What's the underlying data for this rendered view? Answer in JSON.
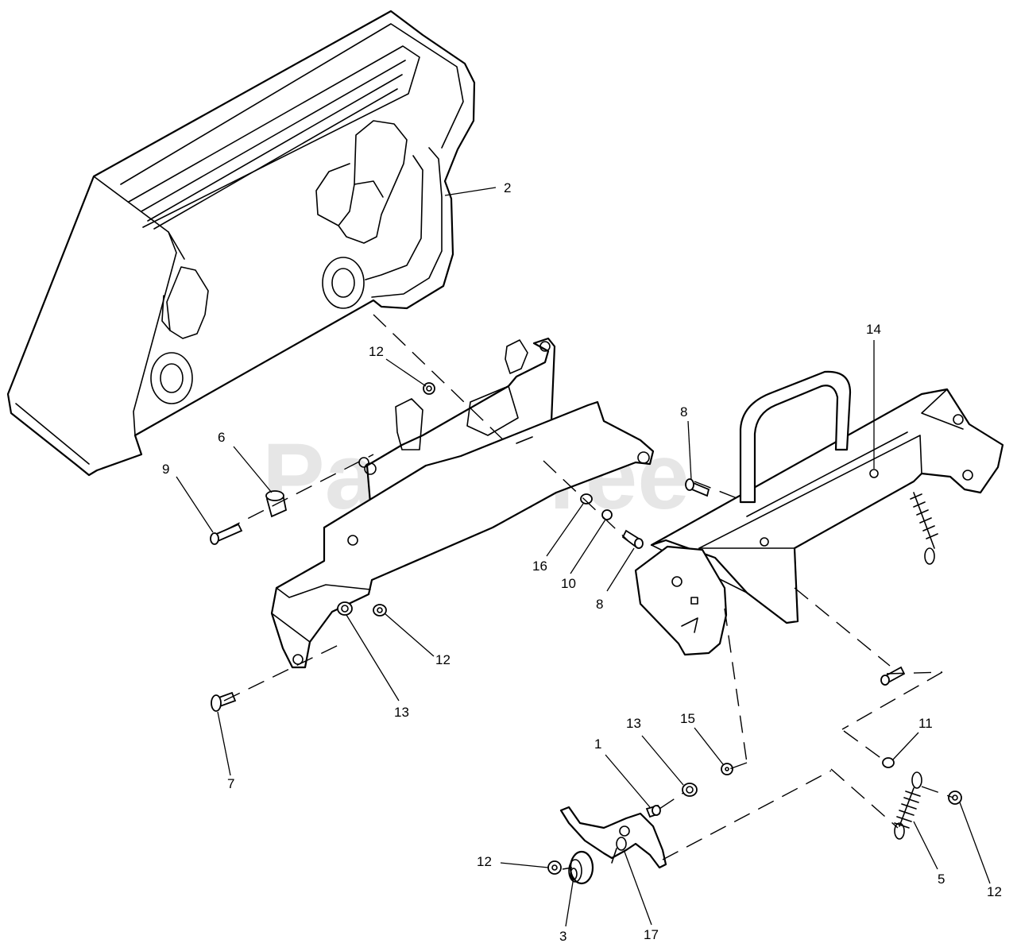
{
  "watermark": "PartsTree",
  "callouts": [
    {
      "id": "c1",
      "label": "1"
    },
    {
      "id": "c2",
      "label": "2"
    },
    {
      "id": "c3",
      "label": "3"
    },
    {
      "id": "c5",
      "label": "5"
    },
    {
      "id": "c6",
      "label": "6"
    },
    {
      "id": "c7",
      "label": "7"
    },
    {
      "id": "c8a",
      "label": "8"
    },
    {
      "id": "c8b",
      "label": "8"
    },
    {
      "id": "c9",
      "label": "9"
    },
    {
      "id": "c10",
      "label": "10"
    },
    {
      "id": "c11",
      "label": "11"
    },
    {
      "id": "c12a",
      "label": "12"
    },
    {
      "id": "c12b",
      "label": "12"
    },
    {
      "id": "c12c",
      "label": "12"
    },
    {
      "id": "c12d",
      "label": "12"
    },
    {
      "id": "c13a",
      "label": "13"
    },
    {
      "id": "c13b",
      "label": "13"
    },
    {
      "id": "c14",
      "label": "14"
    },
    {
      "id": "c15",
      "label": "15"
    },
    {
      "id": "c16",
      "label": "16"
    },
    {
      "id": "c17",
      "label": "17"
    }
  ]
}
